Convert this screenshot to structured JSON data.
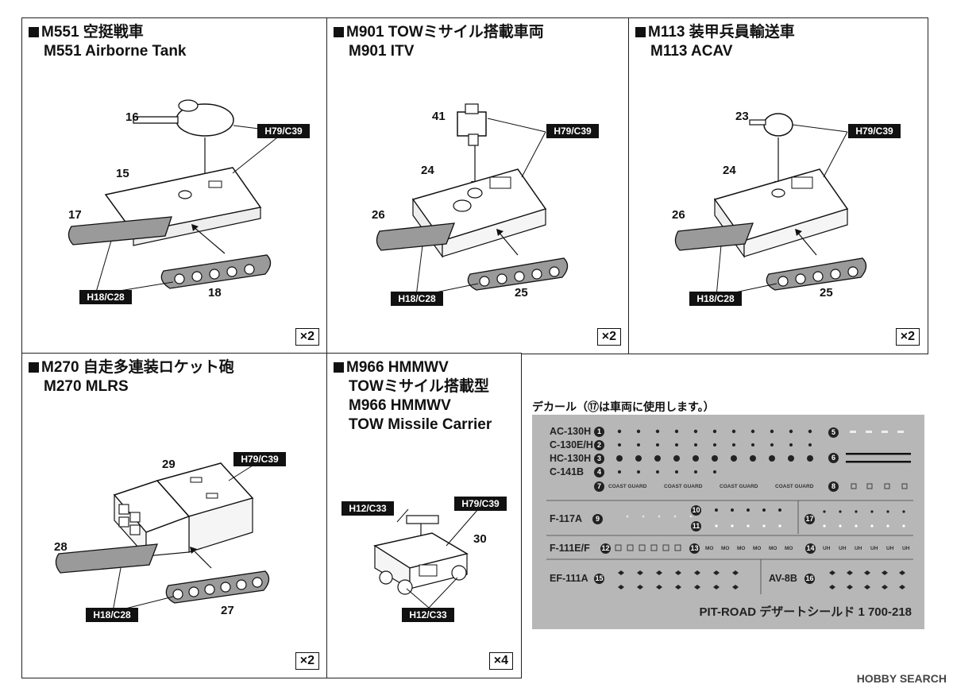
{
  "panels": [
    {
      "title_jp": "M551 空挺戦車",
      "title_en": "M551 Airborne Tank",
      "multiplier": "×2",
      "labels": {
        "turret": "16",
        "hull": "15",
        "track_left": "17",
        "track_right": "18",
        "color_a": "H79/C39",
        "color_b": "H18/C28"
      }
    },
    {
      "title_jp": "M901 TOWミサイル搭載車両",
      "title_en": "M901 ITV",
      "multiplier": "×2",
      "labels": {
        "launcher": "41",
        "hull": "24",
        "track_left": "26",
        "track_right": "25",
        "color_a": "H79/C39",
        "color_b": "H18/C28"
      }
    },
    {
      "title_jp": "M113 装甲兵員輸送車",
      "title_en": "M113 ACAV",
      "multiplier": "×2",
      "labels": {
        "cupola": "23",
        "hull": "24",
        "track_left": "26",
        "track_right": "25",
        "color_a": "H79/C39",
        "color_b": "H18/C28"
      }
    },
    {
      "title_jp": "M270 自走多連装ロケット砲",
      "title_en": "M270 MLRS",
      "multiplier": "×2",
      "labels": {
        "body": "29",
        "track_left": "28",
        "track_right": "27",
        "color_a": "H79/C39",
        "color_b": "H18/C28"
      }
    },
    {
      "title_lines": [
        "M966 HMMWV",
        "TOWミサイル搭載型",
        "M966 HMMWV",
        "TOW Missile Carrier"
      ],
      "multiplier": "×4",
      "labels": {
        "vehicle": "30",
        "color_a": "H79/C39",
        "color_c": "H12/C33",
        "color_d": "H12/C33"
      }
    }
  ],
  "decal": {
    "title": "デカール（⑰は車両に使用します。）",
    "rows_left": [
      {
        "label": "AC-130H",
        "num": "1"
      },
      {
        "label": "C-130E/H",
        "num": "2"
      },
      {
        "label": "HC-130H",
        "num": "3"
      },
      {
        "label": "C-141B",
        "num": "4"
      }
    ],
    "coast_guard_num": "7",
    "coast_guard_text": "COAST GUARD",
    "right_nums": [
      "5",
      "6",
      "8"
    ],
    "f117": {
      "label": "F-117A",
      "num": "9",
      "nums": [
        "10",
        "11"
      ],
      "right_num": "17"
    },
    "f111": {
      "label": "F-111E/F",
      "num": "12",
      "mid_num": "13",
      "mo_text": "MO",
      "right_num": "14",
      "uh_text": "UH"
    },
    "ef111": {
      "label": "EF-111A",
      "num": "15"
    },
    "av8b": {
      "label": "AV-8B",
      "num": "16"
    },
    "footer": "PIT-ROAD デザートシールド 1   700-218"
  },
  "watermark": "HOBBY SEARCH"
}
